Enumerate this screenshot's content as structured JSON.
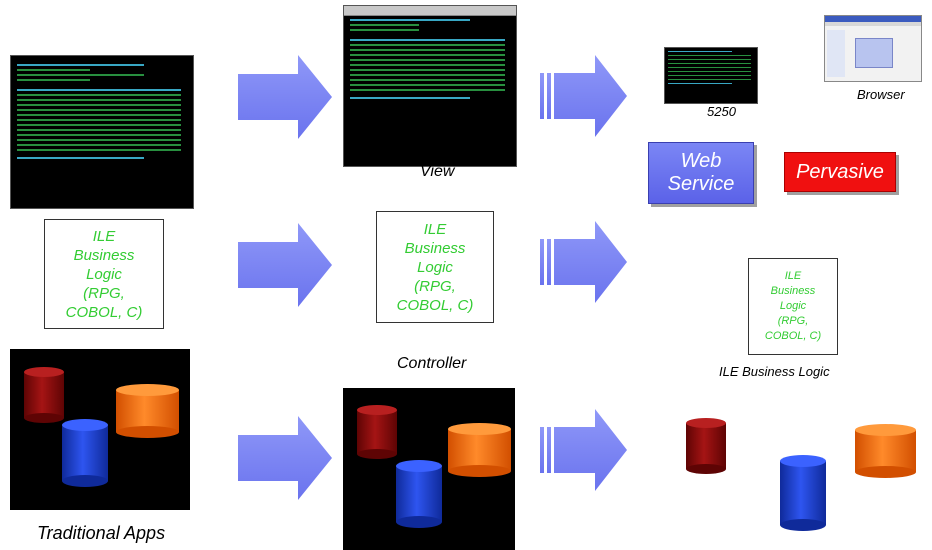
{
  "captions": {
    "view": "View",
    "controller": "Controller",
    "traditional_apps": "Traditional Apps",
    "ile_business_logic": "ILE Business Logic",
    "s5250": "5250",
    "browser": "Browser"
  },
  "logic_box": {
    "line1": "ILE",
    "line2": "Business",
    "line3": "Logic",
    "line4": "(RPG,",
    "line5": "COBOL, C)"
  },
  "buttons": {
    "web_line1": "Web",
    "web_line2": "Service",
    "pervasive": "Pervasive"
  },
  "colors": {
    "arrow": "#7b86f5",
    "logic_text": "#33cc33",
    "db_red": "#8b0b0b",
    "db_blue": "#1f3fd6",
    "db_orange": "#ff6f0f",
    "pervasive": "#f01010",
    "web_service": "#6b73ef"
  }
}
